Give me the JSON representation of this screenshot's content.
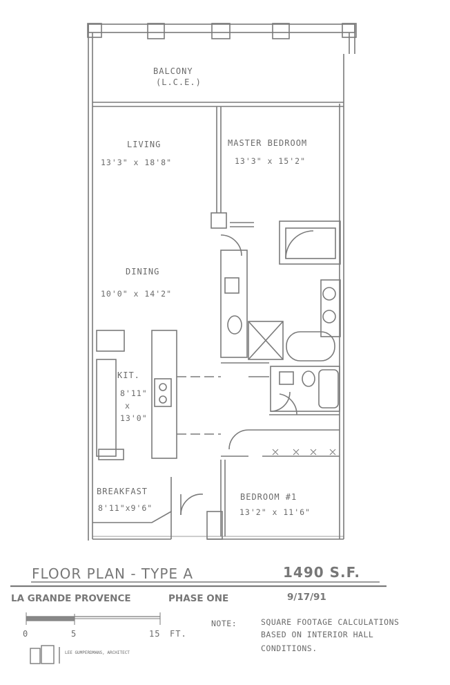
{
  "rooms": {
    "balcony": {
      "name": "BALCONY",
      "sub": "(L.C.E.)"
    },
    "living": {
      "name": "LIVING",
      "dim": "13'3\" x 18'8\""
    },
    "master": {
      "name": "MASTER BEDROOM",
      "dim": "13'3\" x 15'2\""
    },
    "dining": {
      "name": "DINING",
      "dim": "10'0\" x 14'2\""
    },
    "kitchen": {
      "name": "KIT.",
      "dim1": "8'11\"",
      "dim2": "x",
      "dim3": "13'0\""
    },
    "breakfast": {
      "name": "BREAKFAST",
      "dim": "8'11\"x9'6\""
    },
    "bedroom1": {
      "name": "BEDROOM #1",
      "dim": "13'2\" x 11'6\""
    }
  },
  "title": {
    "plan": "FLOOR PLAN - TYPE A",
    "area": "1490 S.F.",
    "project": "LA GRANDE PROVENCE",
    "phase": "PHASE ONE",
    "date": "9/17/91"
  },
  "scale": {
    "label0": "0",
    "label5": "5",
    "label15": "15",
    "unit": "FT."
  },
  "note": {
    "label": "NOTE:",
    "line1": "SQUARE FOOTAGE CALCULATIONS",
    "line2": "BASED ON INTERIOR HALL",
    "line3": "CONDITIONS."
  },
  "architect": {
    "firm": "LEE GUMPERDMANS, ARCHITECT"
  },
  "colors": {
    "ink": "#6a6a6a",
    "paper": "#ffffff"
  }
}
